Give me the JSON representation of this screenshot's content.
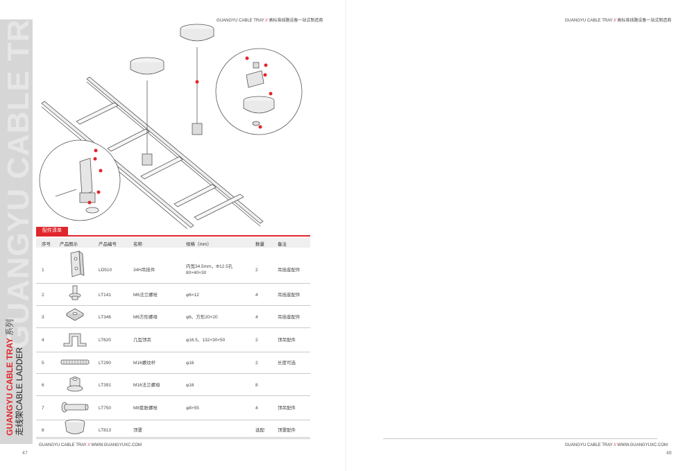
{
  "header": {
    "brand": "GUANGYU CABLE TRAY",
    "slash": "//",
    "tagline": "高标准线路设备一站式制造商"
  },
  "side": {
    "watermark": "GUANGYU CABLE TRAY",
    "title_en": "GUANGYU CABLE TRAY",
    "title_suffix": "系列",
    "subtitle_cn": "走线架",
    "subtitle_en": "CABLE LADDER"
  },
  "table": {
    "tag": "配件清单",
    "headers": [
      "序号",
      "产品图示",
      "产品编号",
      "名称",
      "规格（mm）",
      "数量",
      "备注"
    ],
    "rows": [
      {
        "no": "1",
        "icon": "bracket-icon",
        "code": "LD510",
        "name": "34H吊挂件",
        "spec": "内宽34.5mm，Φ12.5孔",
        "spec2": "80×40×30",
        "qty": "2",
        "note": "吊挂座配件"
      },
      {
        "no": "2",
        "icon": "flange-bolt-icon",
        "code": "LT141",
        "name": "M6法兰螺栓",
        "spec": "φ6×12",
        "spec2": "",
        "qty": "4",
        "note": "吊挂座配件"
      },
      {
        "no": "3",
        "icon": "square-nut-icon",
        "code": "LT346",
        "name": "M6方形螺母",
        "spec": "φ6、方形20×20",
        "spec2": "",
        "qty": "4",
        "note": "吊挂座配件"
      },
      {
        "no": "4",
        "icon": "hat-bracket-icon",
        "code": "LT620",
        "name": "几型顶吊",
        "spec": "φ16.5、132×30×50",
        "spec2": "",
        "qty": "2",
        "note": "顶吊配件"
      },
      {
        "no": "5",
        "icon": "threaded-rod-icon",
        "code": "LT290",
        "name": "M16螺纹杆",
        "spec": "φ16",
        "spec2": "",
        "qty": "2",
        "note": "长度可选"
      },
      {
        "no": "6",
        "icon": "flange-nut-icon",
        "code": "LT391",
        "name": "M16法兰螺母",
        "spec": "φ16",
        "spec2": "",
        "qty": "8",
        "note": ""
      },
      {
        "no": "7",
        "icon": "expansion-bolt-icon",
        "code": "LT750",
        "name": "M8套胀螺栓",
        "spec": "φ8×55",
        "spec2": "",
        "qty": "4",
        "note": "顶吊配件"
      },
      {
        "no": "8",
        "icon": "cover-cup-icon",
        "code": "LT813",
        "name": "顶罩",
        "spec": "",
        "spec2": "",
        "qty": "选配",
        "note": "顶罩配件"
      }
    ]
  },
  "footer": {
    "brand": "GUANGYU CABLE TRAY",
    "slash": "//",
    "url": "WWW.GUANGYUXC.COM"
  },
  "pages": {
    "left": "47",
    "right": "48"
  }
}
